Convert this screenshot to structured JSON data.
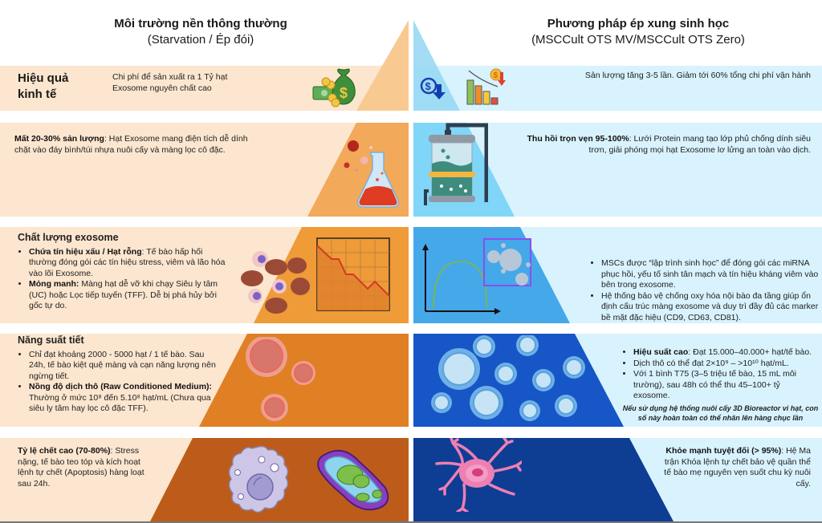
{
  "header": {
    "left_title": "Môi trường nền thông thường",
    "left_subtitle": "(Starvation / Ép đói)",
    "right_title": "Phương pháp ép xung sinh học",
    "right_subtitle": "(MSCCult OTS MV/MSCCult OTS Zero)"
  },
  "colors": {
    "left_bg": "#fce6cf",
    "left_tri": [
      "#f8ca92",
      "#f2a95a",
      "#ee9b38",
      "#e07f24",
      "#bd5c1a"
    ],
    "right_bg": "#d8f3fd",
    "right_tri": [
      "#9edcf5",
      "#7fd6f8",
      "#45a8e9",
      "#1656c7",
      "#0e3d94"
    ]
  },
  "rows": [
    {
      "id": "economic",
      "left": {
        "title": "Hiệu quả kinh tế",
        "text": "Chi phí để sản xuất ra 1 Tỷ hạt Exosome nguyên chất cao",
        "icon": "money-bag-icon"
      },
      "right": {
        "text": "Sản lượng tăng 3-5 lần. Giảm tới 60% tổng chi phí vận hành",
        "icons": [
          "cost-down-icon",
          "declining-cost-chart-icon"
        ]
      }
    },
    {
      "id": "recovery",
      "left": {
        "bold": "Mất 20-30% sản lượng",
        "text": ": Hạt Exosome mang điện tích dễ dính chặt vào đáy bình/túi nhựa nuôi cấy và màng lọc cô đặc.",
        "icon": "flask-icon"
      },
      "right": {
        "bold": "Thu hồi trọn vẹn 95-100%",
        "text": ": Lưới Protein mang tạo lớp phủ chống dính siêu trơn, giải phóng mọi hạt Exosome lơ lửng an toàn vào dịch.",
        "icon": "bioreactor-icon"
      }
    },
    {
      "id": "quality",
      "left": {
        "title": "Chất lượng exosome",
        "bullets": [
          {
            "bold": "Chứa tín hiệu xấu / Hạt rỗng",
            "text": ": Tế bào hấp hối thường đóng gói các tín hiệu stress, viêm và lão hóa vào lõi Exosome."
          },
          {
            "bold": "Mỏng manh:",
            "text": " Màng hạt dễ vỡ khi chạy Siêu ly tâm (UC) hoặc Lọc tiếp tuyến (TFF). Dễ bị phá hủy bởi gốc tự do."
          }
        ],
        "icons": [
          "blood-cells-icon",
          "declining-line-chart-icon"
        ]
      },
      "right": {
        "bullets": [
          {
            "bold": "",
            "text": "MSCs được “lập trình sinh học” để đóng gói các miRNA phục hồi, yếu tố sinh tân mạch và tín hiệu kháng viêm vào bên trong exosome."
          },
          {
            "bold": "",
            "text": "Hệ thống bảo vệ chống oxy hóa nội bào đa tầng giúp ổn định cấu trúc màng exosome và duy trì đầy đủ các marker bề mặt đặc hiệu (CD9, CD63, CD81)."
          }
        ],
        "icons": [
          "bell-curve-chart-icon",
          "vesicles-zoom-icon"
        ]
      }
    },
    {
      "id": "yield",
      "left": {
        "title": "Năng suất tiết",
        "bullets": [
          {
            "bold": "",
            "text": "Chỉ đạt khoảng 2000 - 5000 hạt / 1 tế bào. Sau 24h, tế bào kiệt quệ màng và cạn năng lượng nên ngừng tiết."
          },
          {
            "bold": "Nồng độ dịch thô (Raw Conditioned Medium):",
            "text": " Thường ở mức 10⁸ đến 5.10⁸ hạt/mL (Chưa qua siêu ly tâm hay lọc cô đặc TFF)."
          }
        ],
        "icon": "sparse-vesicles-icon"
      },
      "right": {
        "bullets": [
          {
            "bold": "Hiệu suất cao",
            "text": ": Đạt 15.000–40.000+ hạt/tế bào."
          },
          {
            "bold": "",
            "text": "Dịch thô có thể đạt 2×10⁹ – >10¹⁰ hạt/mL."
          },
          {
            "bold": "",
            "text": "Với 1 bình T75 (3–5 triệu tế bào, 15 mL môi trường), sau 48h có thể thu 45–100+ tỷ exosome."
          }
        ],
        "note": "Nếu sử dụng hệ thống nuôi cấy 3D Bioreactor vi hạt, con số này hoàn toàn có thể nhân lên hàng chục lần",
        "icon": "dense-vesicles-icon"
      }
    },
    {
      "id": "viability",
      "left": {
        "bold": "Tỷ lệ chết cao (70-80%)",
        "text": ": Stress nặng, tế bào teo tóp và kích hoạt lệnh tự chết (Apoptosis) hàng loạt sau 24h.",
        "icons": [
          "apoptotic-cell-icon",
          "damaged-cell-icon"
        ]
      },
      "right": {
        "bold": "Khỏe mạnh tuyệt đối (> 95%)",
        "text": ": Hệ Ma trận Khóa lệnh tự chết bảo vệ quần thể tế bào mẹ nguyên vẹn suốt chu kỳ nuôi cấy.",
        "icon": "healthy-stem-cell-icon"
      }
    }
  ]
}
